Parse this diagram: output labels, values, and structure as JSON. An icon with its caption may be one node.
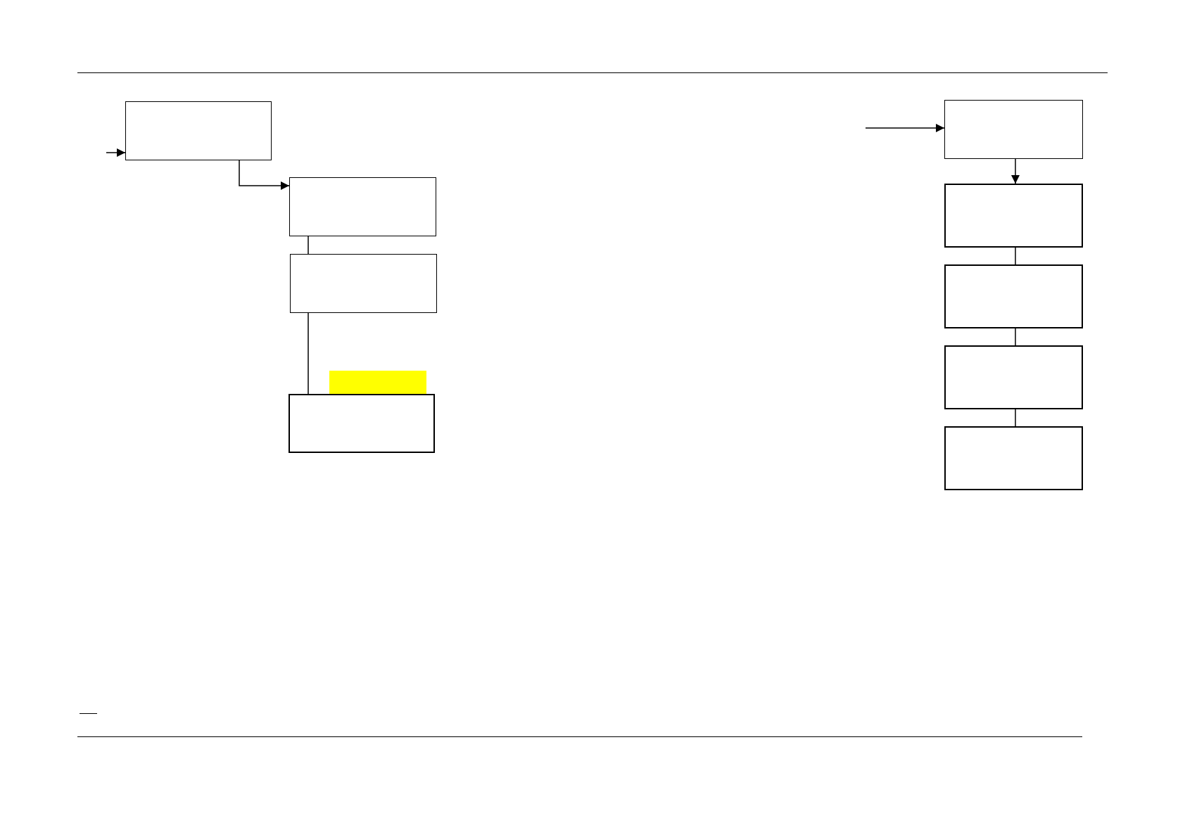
{
  "diagram": {
    "nodes": [
      {
        "text": [],
        "shape": "box"
      },
      {
        "text": [],
        "shape": "box"
      },
      {
        "text": [],
        "shape": "box"
      },
      {
        "text": [],
        "shape": "bar"
      },
      {
        "text": [],
        "shape": "box"
      },
      {
        "text": [],
        "shape": "box"
      },
      {
        "text": [],
        "shape": "box"
      },
      {
        "text": [],
        "shape": "box"
      },
      {
        "text": [],
        "shape": "box"
      },
      {
        "text": [],
        "shape": "box"
      }
    ],
    "edges": [
      {
        "from": null,
        "to": 0,
        "arrow": "to"
      },
      {
        "from": 0,
        "to": 1,
        "arrow": "to"
      },
      {
        "from": 1,
        "to": 2,
        "arrow": "none"
      },
      {
        "from": 2,
        "to": 4,
        "arrow": "none"
      },
      {
        "from": null,
        "to": 5,
        "arrow": "to"
      },
      {
        "from": 5,
        "to": 6,
        "arrow": "to"
      },
      {
        "from": 6,
        "to": 7,
        "arrow": "none"
      },
      {
        "from": 7,
        "to": 8,
        "arrow": "none"
      },
      {
        "from": 8,
        "to": 9,
        "arrow": "none"
      }
    ]
  }
}
